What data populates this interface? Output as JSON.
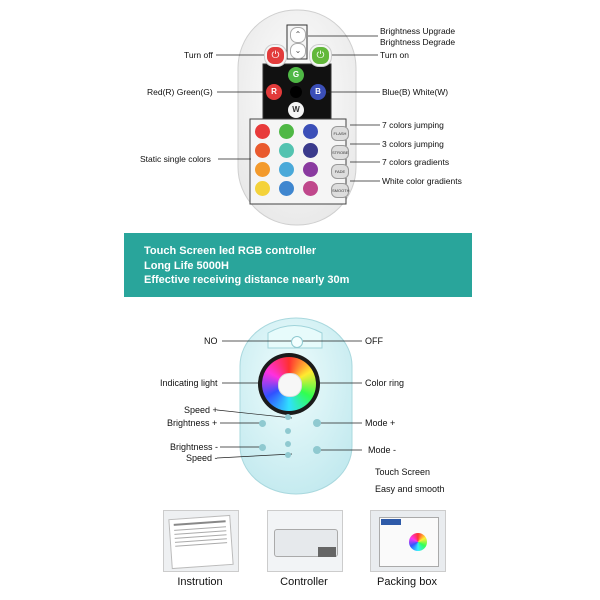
{
  "remote1": {
    "buttons": {
      "g": "G",
      "r": "R",
      "b": "B",
      "w": "W"
    },
    "mode_buttons": [
      "FLASH",
      "STROBE",
      "FADE",
      "SMOOTH"
    ],
    "labels": {
      "brightness_up": "Brightness Upgrade",
      "brightness_down": "Brightness Degrade",
      "turn_off": "Turn off",
      "turn_on": "Turn on",
      "red_green": "Red(R) Green(G)",
      "blue_white": "Blue(B) White(W)",
      "jump7": "7 colors jumping",
      "jump3": "3 colors jumping",
      "grad7": "7 colors gradients",
      "white_grad": "White color gradients",
      "static": "Static single colors"
    },
    "swatch_colors": [
      [
        "#e83a3a",
        "#4fb845",
        "#3b4fb8"
      ],
      [
        "#e95a2e",
        "#53c3b0",
        "#3a3a8c"
      ],
      [
        "#f39a2c",
        "#4aa9d9",
        "#8a3aa0"
      ],
      [
        "#f4d23a",
        "#3f86cf",
        "#c0488c"
      ]
    ],
    "colors": {
      "power_off": "#e23b3b",
      "power_on": "#62b83a"
    }
  },
  "banner": {
    "line1": "Touch Screen led RGB controller",
    "line2": "Long Life 5000H",
    "line3": "Effective receiving distance nearly 30m",
    "color": "#29a59b"
  },
  "remote2": {
    "labels": {
      "no": "NO",
      "off": "OFF",
      "indicating_light": "Indicating light",
      "color_ring": "Color ring",
      "speed_plus": "Speed +",
      "mode_plus": "Mode +",
      "brightness_plus": "Brightness +",
      "brightness_minus": "Brightness -",
      "mode_minus": "Mode -",
      "speed_minus": "Speed -",
      "touch_screen": "Touch Screen",
      "easy_smooth": "Easy and smooth"
    }
  },
  "items": [
    {
      "caption": "Instrution"
    },
    {
      "caption": "Controller"
    },
    {
      "caption": "Packing box"
    }
  ]
}
